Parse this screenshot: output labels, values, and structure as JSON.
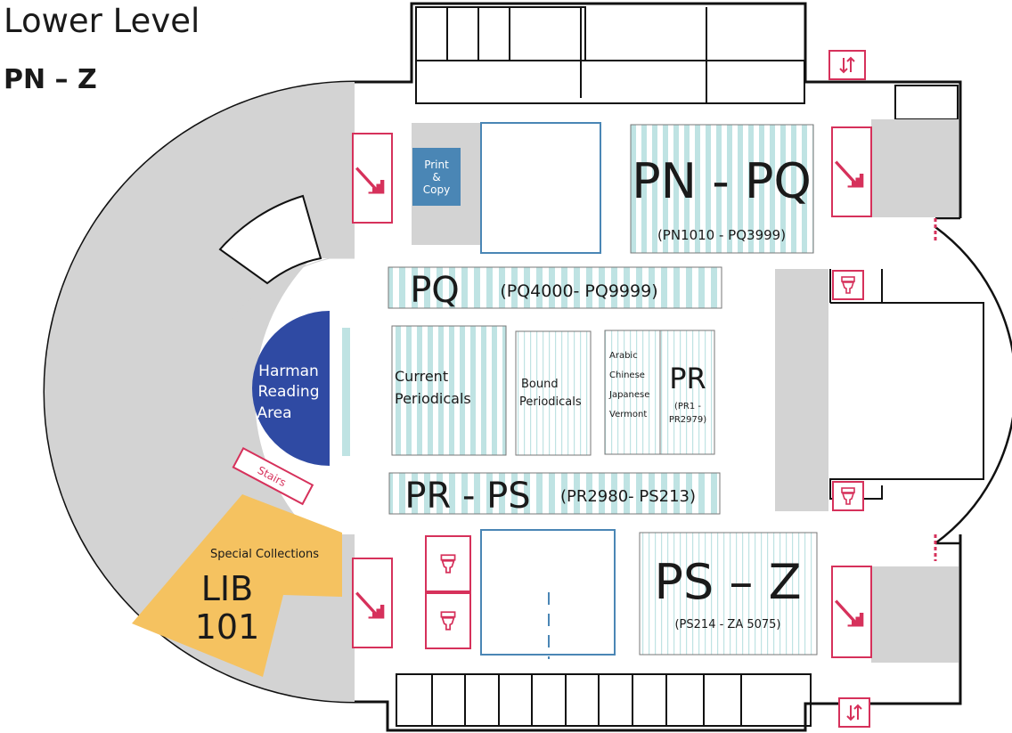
{
  "map": {
    "title": "Lower Level",
    "subtitle": "PN – Z",
    "colors": {
      "wall": "#111111",
      "gray_area": "#d3d3d3",
      "stack_stripe": "#bfe3e3",
      "stair_red": "#d6315b",
      "reading_blue": "#2f4aa3",
      "print_blue": "#4a86b5",
      "special_gold": "#f5c260",
      "room_outline_blue": "#4a86b5"
    },
    "icons": {
      "stairs": "stairs-icon",
      "elevator": "elevator-icon",
      "restroom": "restroom-icon"
    },
    "print_copy": {
      "line1": "Print",
      "line2": "&",
      "line3": "Copy"
    },
    "stacks": {
      "pn_pq": {
        "label": "PN - PQ",
        "range": "(PN1010 - PQ3999)"
      },
      "pq": {
        "label": "PQ",
        "range": "(PQ4000- PQ9999)"
      },
      "current_periodicals": {
        "line1": "Current",
        "line2": "Periodicals"
      },
      "bound_periodicals": {
        "line1": "Bound",
        "line2": "Periodicals"
      },
      "languages": [
        "Arabic",
        "Chinese",
        "Japanese",
        "Vermont"
      ],
      "pr": {
        "label": "PR",
        "range_line1": "(PR1 -",
        "range_line2": "PR2979)"
      },
      "pr_ps": {
        "label": "PR - PS",
        "range": "(PR2980- PS213)"
      },
      "ps_z": {
        "label": "PS – Z",
        "range": "(PS214 - ZA 5075)"
      }
    },
    "harman": {
      "line1": "Harman",
      "line2": "Reading",
      "line3": "Area"
    },
    "stairs_label": "Stairs",
    "special_collections": {
      "name": "Special Collections",
      "room_line1": "LIB",
      "room_line2": "101"
    }
  }
}
